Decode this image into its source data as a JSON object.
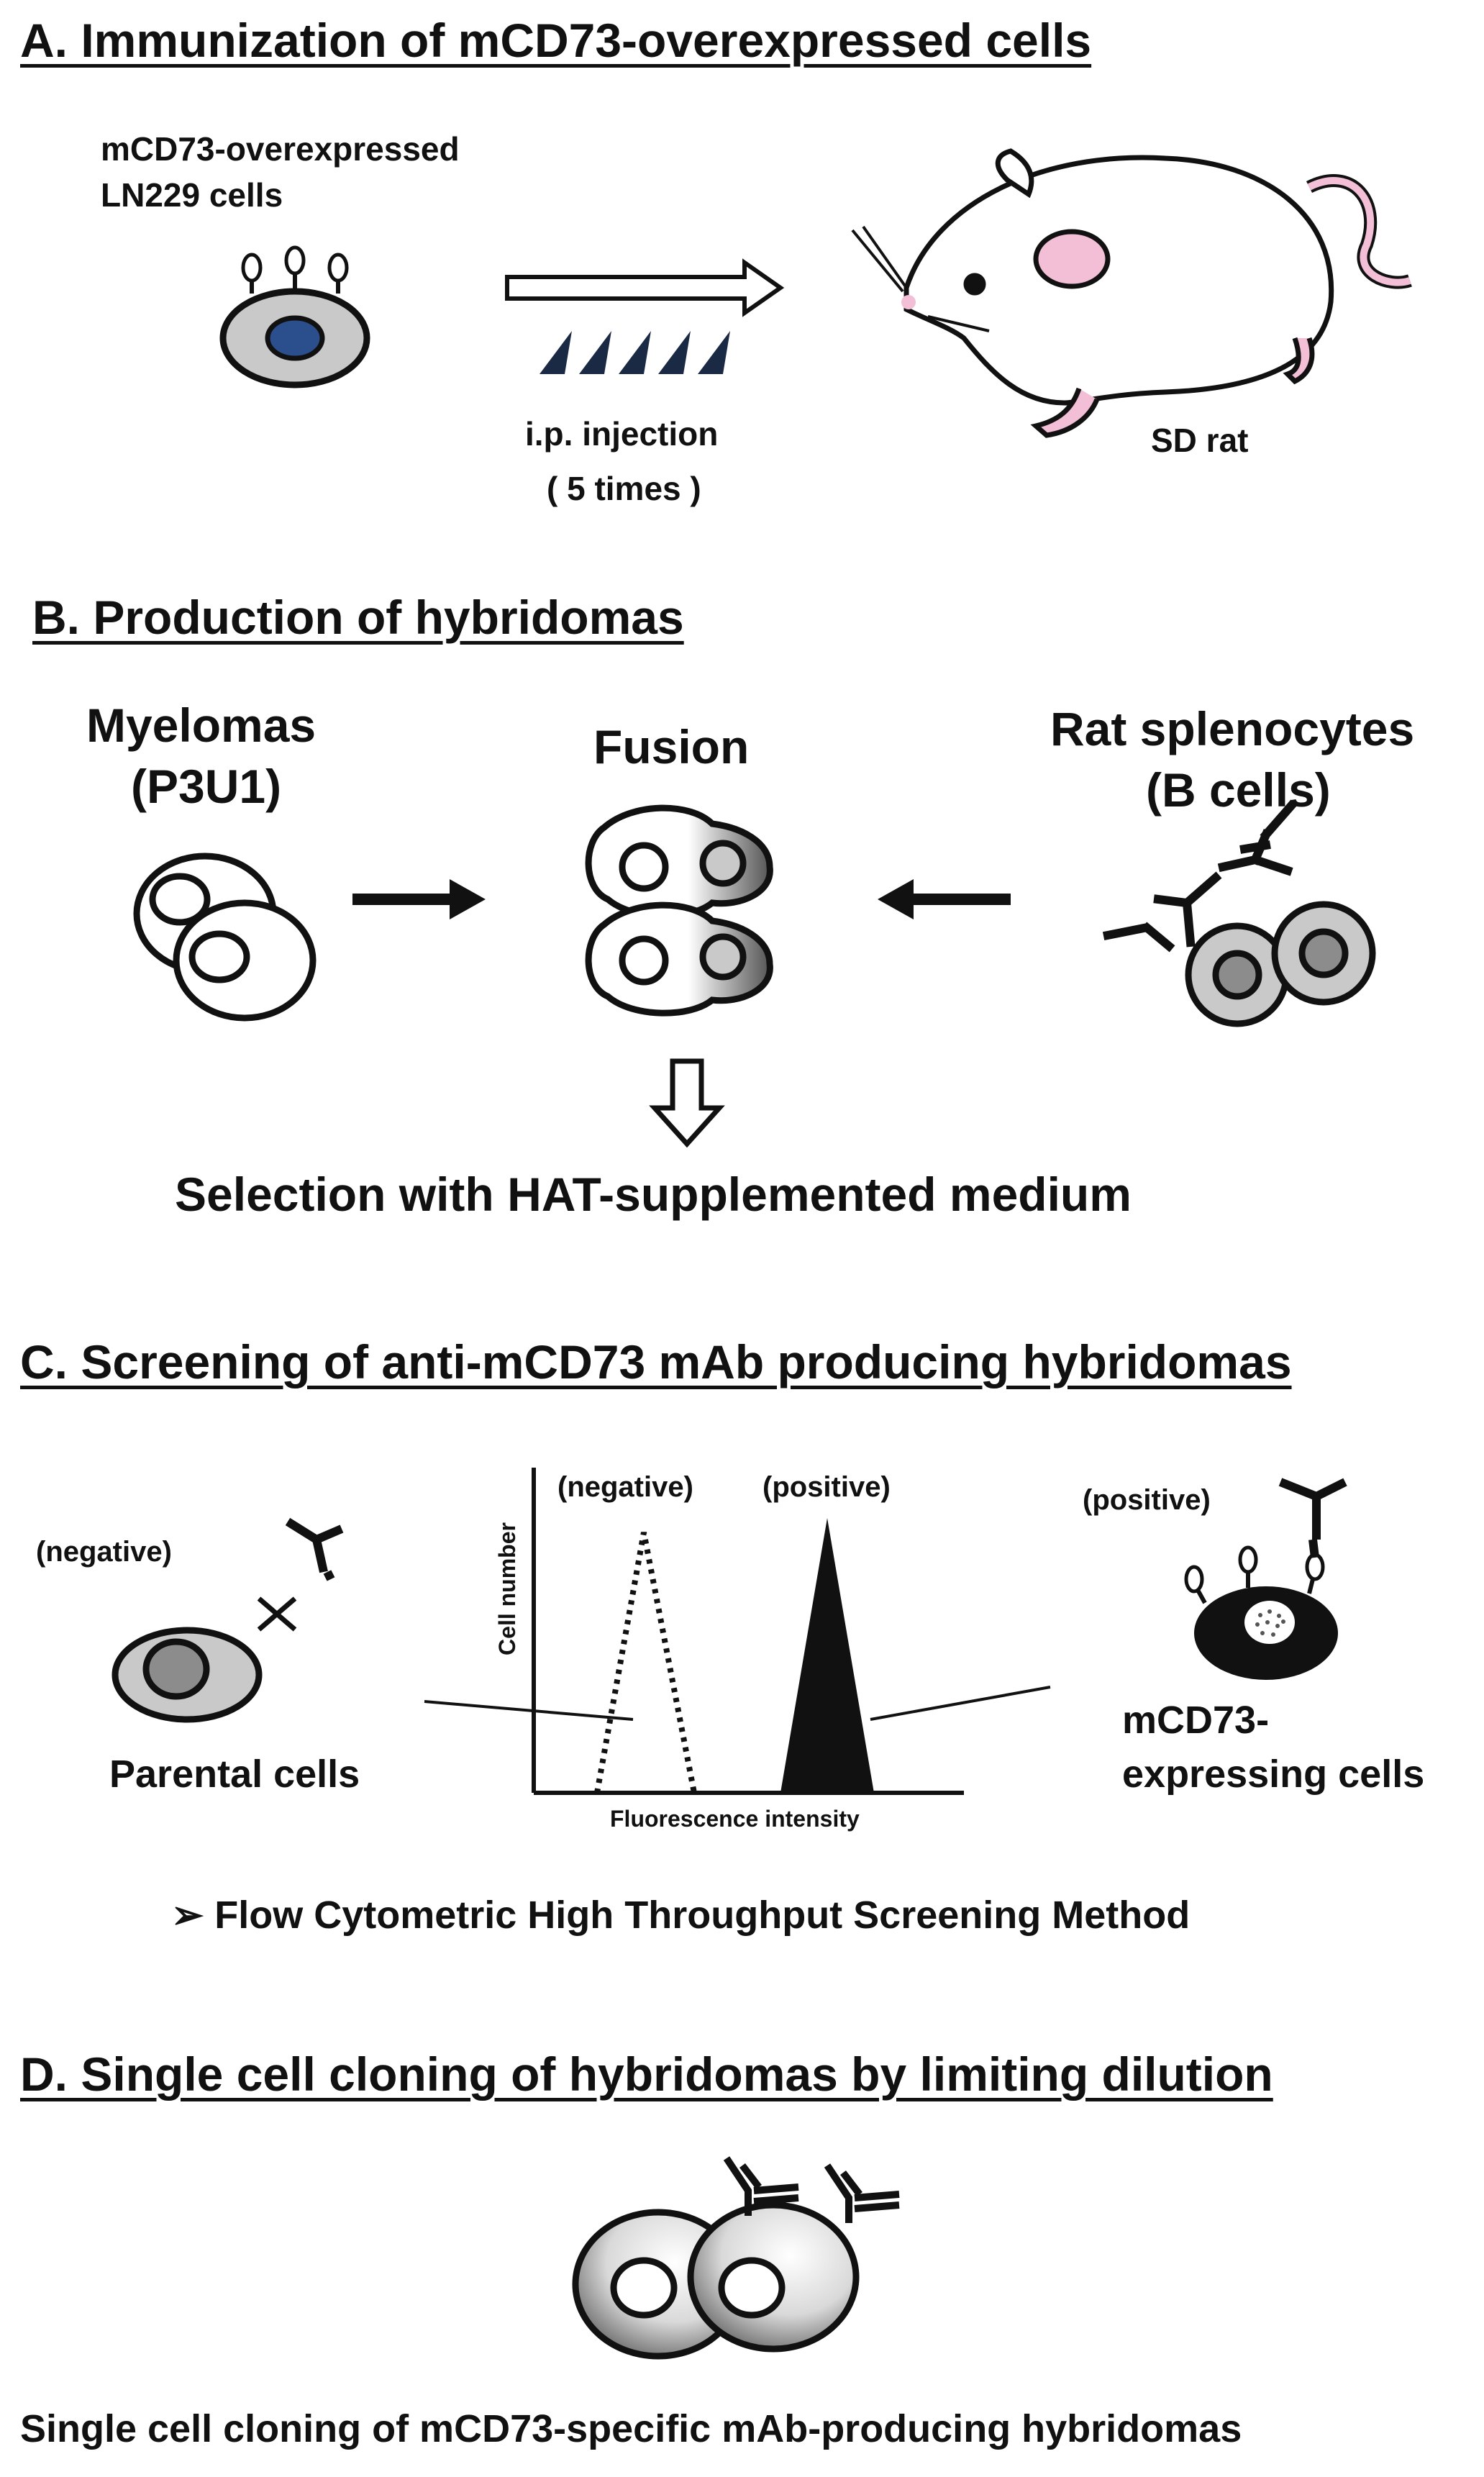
{
  "sections": {
    "a": {
      "title": "A. Immunization of mCD73-overexpressed cells",
      "cells_label_line1": "mCD73-overexpressed",
      "cells_label_line2": "LN229 cells",
      "injection_label": "i.p. injection",
      "injection_count": "( 5 times )",
      "rat_label": "SD rat"
    },
    "b": {
      "title": "B. Production of hybridomas",
      "myeloma_line1": "Myelomas",
      "myeloma_line2": "(P3U1)",
      "fusion_label": "Fusion",
      "splenocyte_line1": "Rat splenocytes",
      "splenocyte_line2": "(B cells)",
      "selection_label": "Selection with HAT-supplemented medium"
    },
    "c": {
      "title": "C. Screening of anti-mCD73 mAb producing hybridomas",
      "left_negative": "(negative)",
      "parental_label": "Parental cells",
      "hist_negative": "(negative)",
      "hist_positive": "(positive)",
      "y_axis": "Cell number",
      "x_axis": "Fluorescence intensity",
      "right_positive": "(positive)",
      "expressing_line1": "mCD73-",
      "expressing_line2": "expressing cells",
      "method_label": "➢ Flow Cytometric High Throughput Screening Method"
    },
    "d": {
      "title": "D. Single cell cloning of hybridomas by limiting dilution",
      "caption": "Single cell cloning of mCD73-specific mAb-producing hybridomas"
    }
  },
  "colors": {
    "nucleus_blue": "#2b4f8c",
    "rat_pink": "#f3bfd6",
    "cell_gray": "#c9c9c9",
    "dark_gray": "#8c8c8c",
    "black": "#111111"
  }
}
